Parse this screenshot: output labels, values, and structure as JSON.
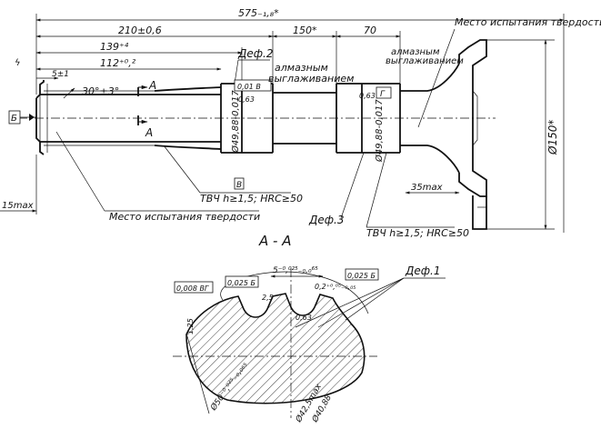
{
  "dimensions": {
    "total_length": "575₋₁,₈*",
    "d210": "210±0,6",
    "d139": "139⁺⁴",
    "d112": "112⁺⁰,²",
    "d150": "150*",
    "d70": "70",
    "d5": "5±1",
    "angle": "30°±3°",
    "dia150": "Ø150*",
    "d35": "35max",
    "d15": "15max",
    "dia_left": "Ø49,88-0,017",
    "dia_right": "Ø49,88-0,017",
    "r05_left": "0,63",
    "r05_right": "0,63",
    "spline_width": "5⁻⁰,⁰²⁵₋₀,₀⁶⁵",
    "spline_r": "0,2⁺⁰,⁰⁵₋₀,₀₅",
    "r25": "2,5",
    "r125": "1,25",
    "dia_outer": "Ø50⁻⁰,⁰²⁵₋₀,₀₆₅",
    "dia_root": "Ø42,5max",
    "dia_mid": "Ø40,88",
    "r063": "0,63"
  },
  "labels": {
    "hardness_place_top": "Место испытания твердости",
    "hardness_place_bottom": "Место испытания твердости",
    "defect2": "Деф.2",
    "defect3": "Деф.3",
    "defect1": "Деф.1",
    "diamond_left_1": "алмазным",
    "diamond_left_2": "выглаживанием",
    "diamond_right_1": "алмазным",
    "diamond_right_2": "выглаживанием",
    "hardening_left": "ТВЧ h≥1,5; HRC≥50",
    "hardening_right": "ТВЧ h≥1,5; HRC≥50",
    "section_title": "А - А",
    "cut_a_top": "А",
    "cut_a_bottom": "А",
    "datum_b_left": "Б",
    "datum_v": "В",
    "datum_g": "Г"
  },
  "frames": {
    "top_left": "0,01 В",
    "spline_left": "0,008 ВГ",
    "spline_mid": "0,025 Б",
    "spline_right": "0,025 Б",
    "top_mid": "0,01",
    "mid_lbl": "Г"
  },
  "icons": {
    "roughness": "roughness-check-icon",
    "datum": "datum-triangle-icon"
  }
}
